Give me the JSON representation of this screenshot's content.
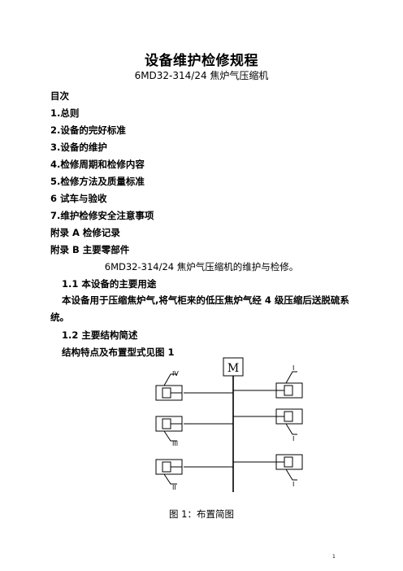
{
  "title": "设备维护检修规程",
  "subtitle": "6MD32-314/24 焦炉气压缩机",
  "toc": {
    "heading": "目次",
    "items": [
      "1.总则",
      "2.设备的完好标准",
      "3.设备的维护",
      "4.检修周期和检修内容",
      "5.检修方法及质量标准",
      "6 试车与验收",
      "7.维护检修安全注意事项",
      "附录 A    检修记录",
      "附录 B    主要零部件"
    ]
  },
  "section_title": "6MD32-314/24 焦炉气压缩机的维护与检修。",
  "s1_1": {
    "heading": "1.1 本设备的主要用途",
    "body": "本设备用于压缩焦炉气,将气柜来的低压焦炉气经 4 级压缩后送脱硫系统。"
  },
  "s1_2": {
    "heading": "1.2 主要结构简述",
    "body": "结构特点及布置型式见图 1"
  },
  "diagram": {
    "motor_label": "M",
    "labels": [
      "IV",
      "III",
      "II",
      "I",
      "I",
      "I"
    ]
  },
  "figure_caption": "图 1：布置简图",
  "page_number": "1"
}
